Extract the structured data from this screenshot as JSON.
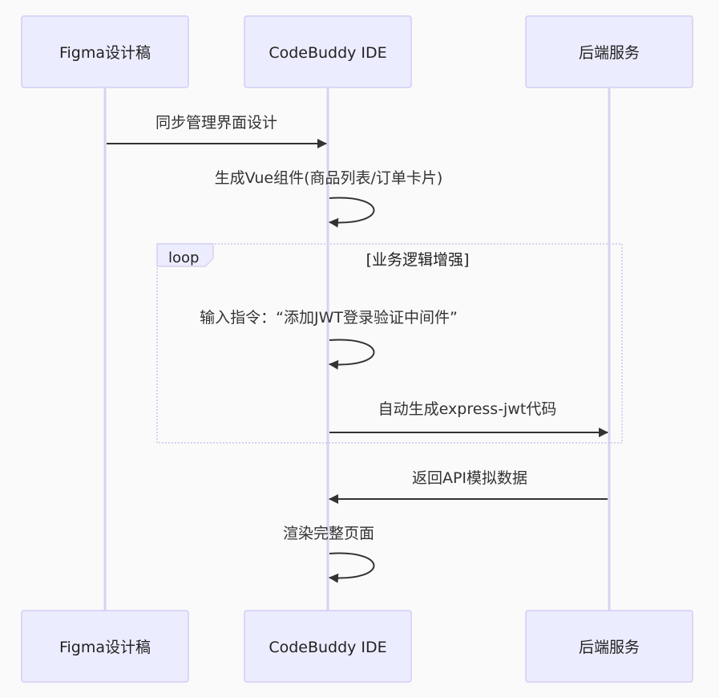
{
  "participants": [
    {
      "name": "Figma设计稿"
    },
    {
      "name": "CodeBuddy IDE"
    },
    {
      "name": "后端服务"
    }
  ],
  "loop": {
    "keyword": "loop",
    "condition": "[业务逻辑增强]"
  },
  "messages": [
    {
      "from": 0,
      "to": 1,
      "label": "同步管理界面设计"
    },
    {
      "from": 1,
      "to": 1,
      "label": "生成Vue组件(商品列表/订单卡片)"
    },
    {
      "from": 1,
      "to": 1,
      "label": "输入指令：“添加JWT登录验证中间件”"
    },
    {
      "from": 1,
      "to": 2,
      "label": "自动生成express-jwt代码"
    },
    {
      "from": 2,
      "to": 1,
      "label": "返回API模拟数据"
    },
    {
      "from": 1,
      "to": 1,
      "label": "渲染完整页面"
    }
  ],
  "colors": {
    "actor_fill": "#ececff",
    "actor_stroke": "#d2cdf5",
    "lifeline": "#d6d2f0",
    "arrow": "#333333"
  }
}
